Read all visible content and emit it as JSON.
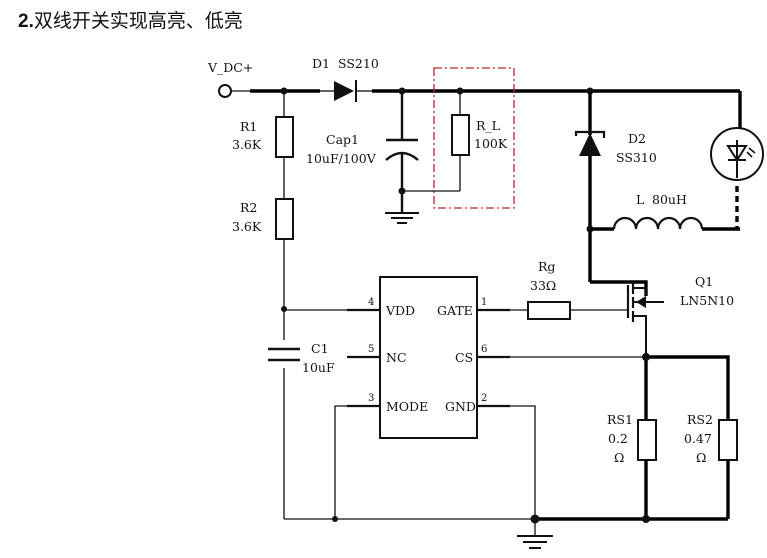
{
  "title": {
    "number": "2.",
    "text": "双线开关实现高亮、低亮"
  },
  "nodes": {
    "vdc": "V_DC+"
  },
  "components": {
    "d1": {
      "ref": "D1",
      "value": "SS210"
    },
    "r1": {
      "ref": "R1",
      "value": "3.6K"
    },
    "r2": {
      "ref": "R2",
      "value": "3.6K"
    },
    "cap1": {
      "ref": "Cap1",
      "value": "10uF/100V"
    },
    "rl": {
      "ref": "R_L",
      "value": "100K"
    },
    "d2": {
      "ref": "D2",
      "value": "SS310"
    },
    "l": {
      "ref": "L",
      "value": "80uH"
    },
    "rg": {
      "ref": "Rg",
      "value": "33Ω"
    },
    "q1": {
      "ref": "Q1",
      "value": "LN5N10"
    },
    "c1": {
      "ref": "C1",
      "value": "10uF"
    },
    "rs1": {
      "ref": "RS1",
      "value": "0.2",
      "unit": "Ω"
    },
    "rs2": {
      "ref": "RS2",
      "value": "0.47",
      "unit": "Ω"
    }
  },
  "ic": {
    "pins": [
      {
        "num": "4",
        "name": "VDD"
      },
      {
        "num": "5",
        "name": "NC"
      },
      {
        "num": "3",
        "name": "MODE"
      },
      {
        "num": "1",
        "name": "GATE"
      },
      {
        "num": "6",
        "name": "CS"
      },
      {
        "num": "2",
        "name": "GND"
      }
    ]
  },
  "colors": {
    "wire": "#111111",
    "highlight_box": "#c0262c"
  }
}
